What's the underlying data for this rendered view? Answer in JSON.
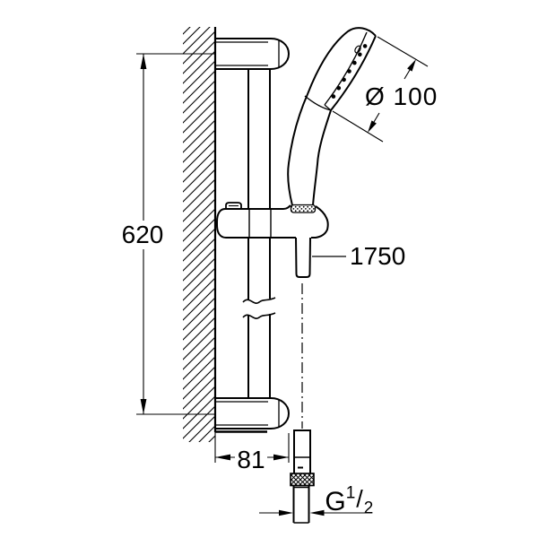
{
  "dimensions": {
    "rail_length": "620",
    "hose_length": "1750",
    "bracket_depth": "81",
    "head_diameter": "Ø 100",
    "thread_g": "G",
    "thread_num": "1",
    "thread_slash": "/",
    "thread_den": "2"
  },
  "colors": {
    "line": "#000000",
    "background": "#ffffff"
  }
}
